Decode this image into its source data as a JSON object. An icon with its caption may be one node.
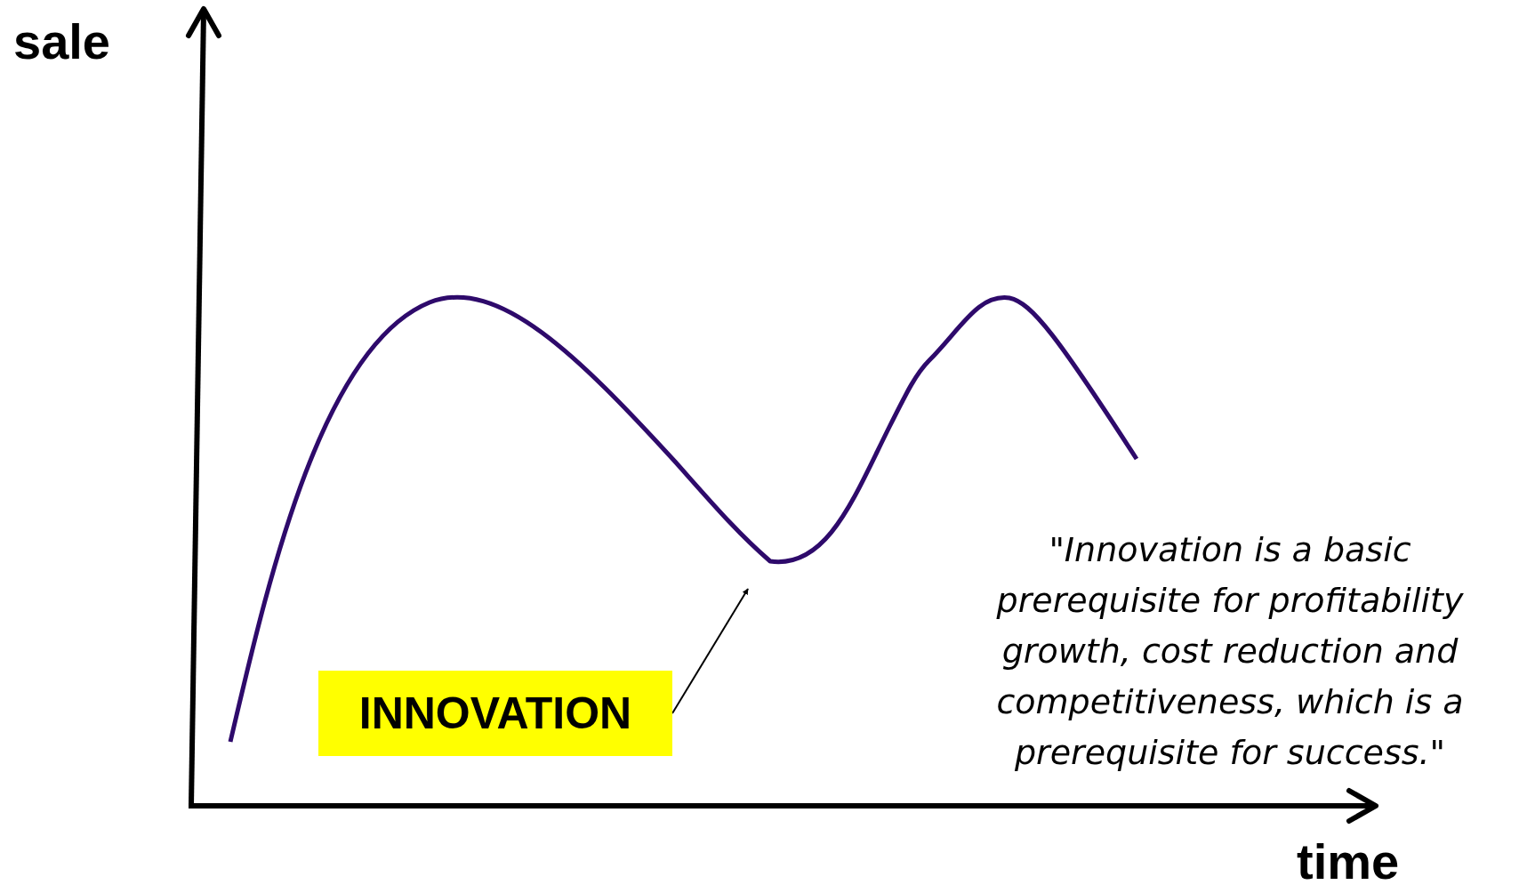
{
  "diagram": {
    "nodes": [
      {
        "text": [
          "INNOVATION"
        ]
      },
      {
        "text": [],
        "shape": "curve"
      }
    ],
    "edges": [
      {
        "from": 0,
        "to": 1,
        "arrow": "to"
      }
    ],
    "labels": [
      "sale",
      "\"Innovation is a basic prerequisite for profitability growth, cost reduction and competitiveness, which is a prerequisite for success.\"",
      "time"
    ]
  }
}
